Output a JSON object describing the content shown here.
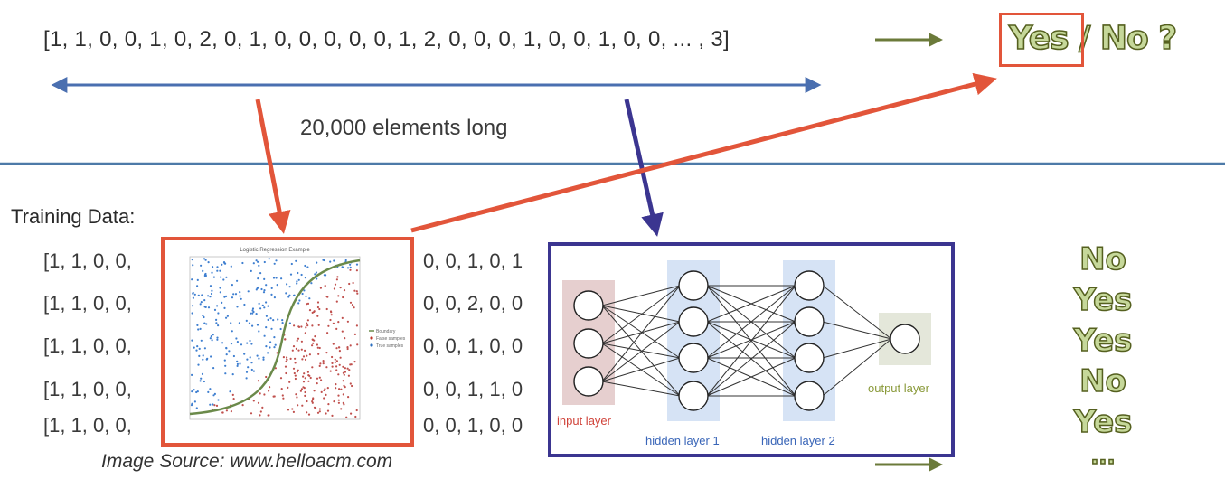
{
  "feature_vector": "[1, 1, 0, 0, 1, 0, 2, 0, 1, 0, 0, 0, 0, 0, 1, 2, 0, 0, 0, 1, 0, 0, 1, 0, 0, ... , 3]",
  "length_label": "20,000 elements long",
  "question": {
    "yes": "Yes",
    "separator": " / ",
    "no": "No ?"
  },
  "training": {
    "title": "Training Data:",
    "rows_left": [
      "[1, 1, 0, 0,",
      "[1, 1, 0, 0,",
      "[1, 1, 0, 0,",
      "[1, 1, 0, 0,",
      "[1, 1, 0, 0,"
    ],
    "rows_mid": [
      "0, 0, 1, 0, 1",
      "0, 0, 2, 0, 0",
      "0, 0, 1, 0, 0",
      "0, 0, 1, 1, 0",
      "0, 0, 1, 0, 0"
    ],
    "labels": [
      "No",
      "Yes",
      "Yes",
      "No",
      "Yes",
      "..."
    ]
  },
  "logistic_figure": {
    "title": "Logistic Regression Example",
    "legend": [
      "Boundary",
      "False samples",
      "True samples"
    ]
  },
  "network": {
    "input_label": "input layer",
    "hidden1_label": "hidden layer 1",
    "hidden2_label": "hidden layer 2",
    "output_label": "output layer"
  },
  "source": "Image Source: www.helloacm.com",
  "colors": {
    "red": "#e2553a",
    "blue": "#4a6fb0",
    "navy": "#3b3590",
    "olive": "#6b7a3a",
    "answer_fill": "#c6d89a",
    "divider": "#4d7aa8"
  }
}
